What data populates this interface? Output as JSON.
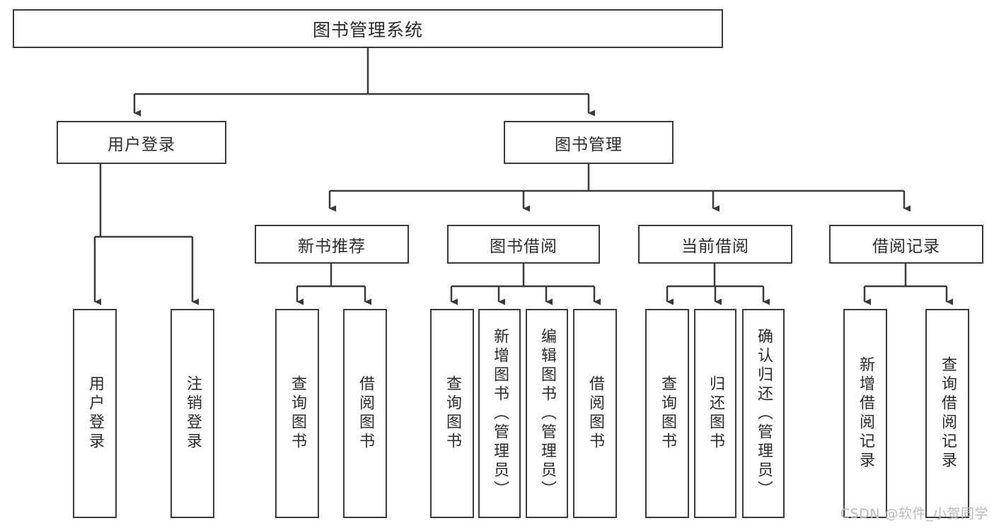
{
  "diagram": {
    "type": "tree",
    "title": "图书管理系统",
    "root": {
      "label": "图书管理系统"
    },
    "level2": [
      {
        "label": "用户登录"
      },
      {
        "label": "图书管理"
      }
    ],
    "level3": [
      {
        "label": "新书推荐"
      },
      {
        "label": "图书借阅"
      },
      {
        "label": "当前借阅"
      },
      {
        "label": "借阅记录"
      }
    ],
    "leaves": {
      "user_login": [
        {
          "label": "用户登录"
        },
        {
          "label": "注销登录"
        }
      ],
      "new_book_recommend": [
        {
          "label": "查询图书"
        },
        {
          "label": "借阅图书"
        }
      ],
      "book_borrow": [
        {
          "label": "查询图书"
        },
        {
          "label": "新增图书（管理员）"
        },
        {
          "label": "编辑图书（管理员）"
        },
        {
          "label": "借阅图书"
        }
      ],
      "current_borrow": [
        {
          "label": "查询图书"
        },
        {
          "label": "归还图书"
        },
        {
          "label": "确认归还（管理员）"
        }
      ],
      "borrow_record": [
        {
          "label": "新增借阅记录"
        },
        {
          "label": "查询借阅记录"
        }
      ]
    },
    "watermark": "CSDN @软件_小贺同学",
    "colors": {
      "stroke": "#3a3a3a",
      "text": "#2b2b2b",
      "background": "#ffffff",
      "watermark": "#b9b9b9"
    }
  }
}
